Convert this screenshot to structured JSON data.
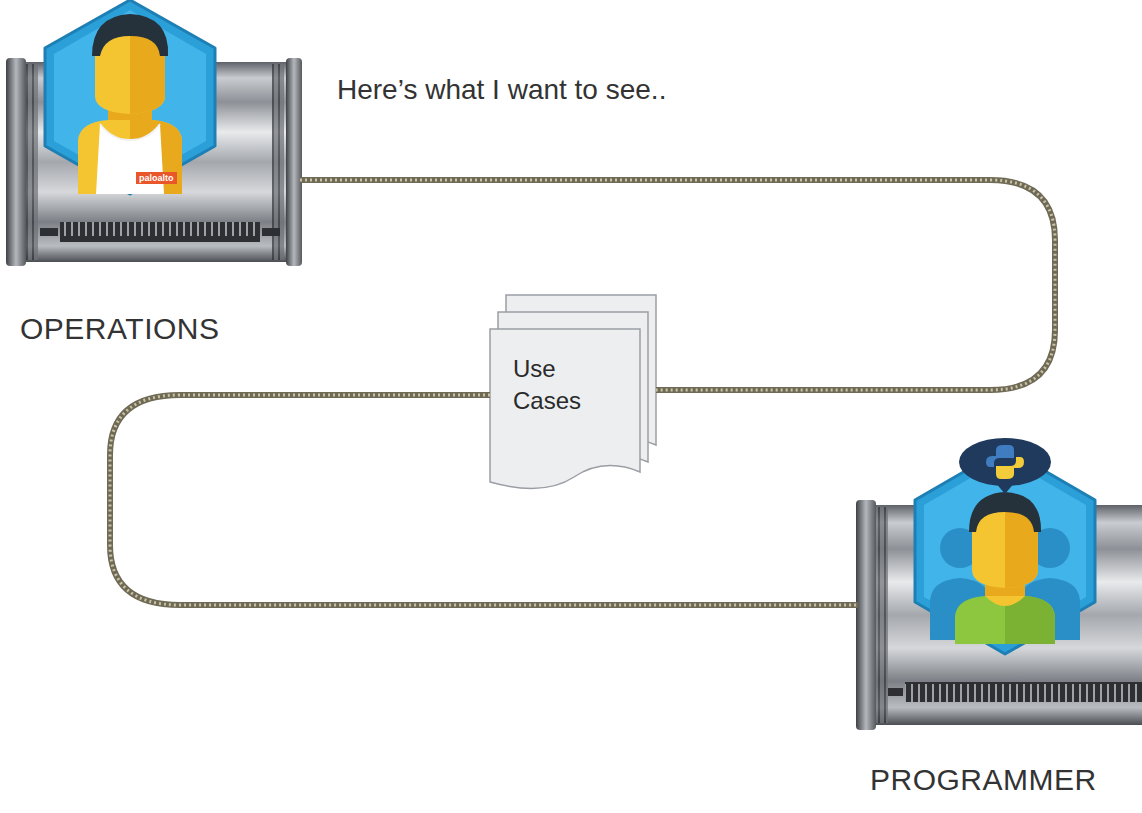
{
  "diagram": {
    "nodes": [
      {
        "text": [
          "OPERATIONS"
        ]
      },
      {
        "text": [
          "Use Cases"
        ]
      },
      {
        "text": [
          "PROGRAMMER"
        ]
      }
    ],
    "edges": [
      {
        "from": 0,
        "to": 1,
        "arrow": "none",
        "label": "Here’s what I want to see.."
      },
      {
        "from": 1,
        "to": 2,
        "arrow": "none"
      }
    ],
    "labels": [
      "paloalto"
    ]
  }
}
